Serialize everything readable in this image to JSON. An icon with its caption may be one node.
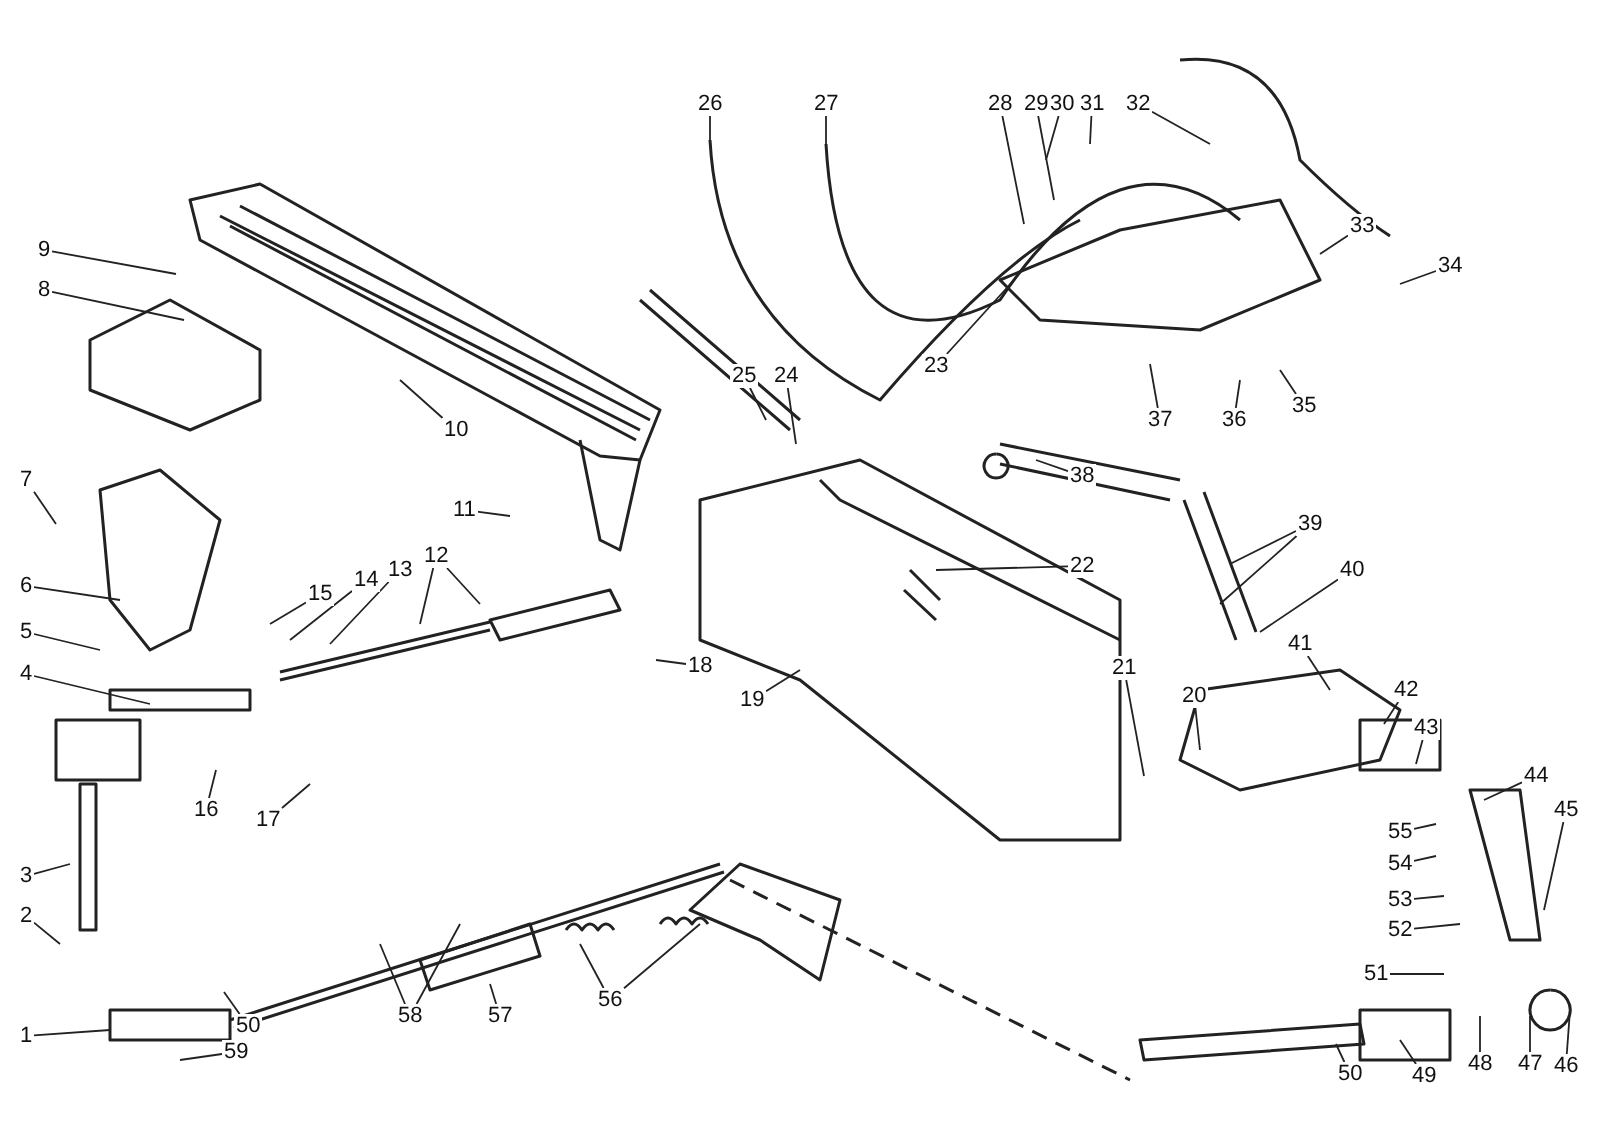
{
  "diagram": {
    "nodes": [
      {
        "text": [
          "26"
        ]
      },
      {
        "text": [
          "27"
        ]
      },
      {
        "text": [
          "28"
        ]
      },
      {
        "text": [
          "29"
        ]
      },
      {
        "text": [
          "30"
        ]
      },
      {
        "text": [
          "31"
        ]
      },
      {
        "text": [
          "32"
        ]
      },
      {
        "text": [
          "33"
        ]
      },
      {
        "text": [
          "9"
        ]
      },
      {
        "text": [
          "34"
        ]
      },
      {
        "text": [
          "8"
        ]
      },
      {
        "text": [
          "25"
        ]
      },
      {
        "text": [
          "24"
        ]
      },
      {
        "text": [
          "23"
        ]
      },
      {
        "text": [
          "37"
        ]
      },
      {
        "text": [
          "36"
        ]
      },
      {
        "text": [
          "35"
        ]
      },
      {
        "text": [
          "10"
        ]
      },
      {
        "text": [
          "7"
        ]
      },
      {
        "text": [
          "38"
        ]
      },
      {
        "text": [
          "11"
        ]
      },
      {
        "text": [
          "39"
        ]
      },
      {
        "text": [
          "12"
        ]
      },
      {
        "text": [
          "13"
        ]
      },
      {
        "text": [
          "22"
        ]
      },
      {
        "text": [
          "14"
        ]
      },
      {
        "text": [
          "6"
        ]
      },
      {
        "text": [
          "15"
        ]
      },
      {
        "text": [
          "40"
        ]
      },
      {
        "text": [
          "5"
        ]
      },
      {
        "text": [
          "41"
        ]
      },
      {
        "text": [
          "18"
        ]
      },
      {
        "text": [
          "21"
        ]
      },
      {
        "text": [
          "4"
        ]
      },
      {
        "text": [
          "20"
        ]
      },
      {
        "text": [
          "19"
        ]
      },
      {
        "text": [
          "42"
        ]
      },
      {
        "text": [
          "43"
        ]
      },
      {
        "text": [
          "44"
        ]
      },
      {
        "text": [
          "16"
        ]
      },
      {
        "text": [
          "45"
        ]
      },
      {
        "text": [
          "17"
        ]
      },
      {
        "text": [
          "55"
        ]
      },
      {
        "text": [
          "54"
        ]
      },
      {
        "text": [
          "53"
        ]
      },
      {
        "text": [
          "52"
        ]
      },
      {
        "text": [
          "3"
        ]
      },
      {
        "text": [
          "2"
        ]
      },
      {
        "text": [
          "51"
        ]
      },
      {
        "text": [
          "58"
        ]
      },
      {
        "text": [
          "57"
        ]
      },
      {
        "text": [
          "56"
        ]
      },
      {
        "text": [
          "50"
        ]
      },
      {
        "text": [
          "1"
        ]
      },
      {
        "text": [
          "59"
        ]
      },
      {
        "text": [
          "46"
        ]
      },
      {
        "text": [
          "47"
        ]
      },
      {
        "text": [
          "48"
        ]
      },
      {
        "text": [
          "49"
        ]
      },
      {
        "text": [
          "50"
        ]
      }
    ],
    "edges": [
      {
        "from": 0,
        "to": null,
        "arrow": "none"
      },
      {
        "from": 1,
        "to": null,
        "arrow": "none"
      },
      {
        "from": 2,
        "to": null,
        "arrow": "none"
      },
      {
        "from": 3,
        "to": null,
        "arrow": "none"
      },
      {
        "from": 4,
        "to": null,
        "arrow": "none"
      },
      {
        "from": 5,
        "to": null,
        "arrow": "none"
      },
      {
        "from": 6,
        "to": null,
        "arrow": "none"
      },
      {
        "from": 7,
        "to": null,
        "arrow": "none"
      },
      {
        "from": 8,
        "to": null,
        "arrow": "none"
      },
      {
        "from": 9,
        "to": null,
        "arrow": "none"
      },
      {
        "from": 10,
        "to": null,
        "arrow": "none"
      },
      {
        "from": 11,
        "to": null,
        "arrow": "none"
      },
      {
        "from": 12,
        "to": null,
        "arrow": "none"
      },
      {
        "from": 13,
        "to": null,
        "arrow": "none"
      },
      {
        "from": 14,
        "to": null,
        "arrow": "none"
      },
      {
        "from": 15,
        "to": null,
        "arrow": "none"
      },
      {
        "from": 16,
        "to": null,
        "arrow": "none"
      },
      {
        "from": 17,
        "to": null,
        "arrow": "none"
      },
      {
        "from": 18,
        "to": null,
        "arrow": "none"
      },
      {
        "from": 19,
        "to": null,
        "arrow": "none"
      },
      {
        "from": 20,
        "to": null,
        "arrow": "none"
      },
      {
        "from": 21,
        "to": null,
        "arrow": "none"
      },
      {
        "from": 21,
        "to": null,
        "arrow": "none"
      },
      {
        "from": 22,
        "to": null,
        "arrow": "none"
      },
      {
        "from": 22,
        "to": null,
        "arrow": "none"
      },
      {
        "from": 23,
        "to": null,
        "arrow": "none"
      },
      {
        "from": 24,
        "to": null,
        "arrow": "none"
      },
      {
        "from": 25,
        "to": null,
        "arrow": "none"
      },
      {
        "from": 26,
        "to": null,
        "arrow": "none"
      },
      {
        "from": 27,
        "to": null,
        "arrow": "none"
      },
      {
        "from": 28,
        "to": null,
        "arrow": "none"
      },
      {
        "from": 29,
        "to": null,
        "arrow": "none"
      },
      {
        "from": 30,
        "to": null,
        "arrow": "none"
      },
      {
        "from": 31,
        "to": null,
        "arrow": "none"
      },
      {
        "from": 32,
        "to": null,
        "arrow": "none"
      },
      {
        "from": 33,
        "to": null,
        "arrow": "none"
      },
      {
        "from": 34,
        "to": null,
        "arrow": "none"
      },
      {
        "from": 35,
        "to": null,
        "arrow": "none"
      },
      {
        "from": 36,
        "to": null,
        "arrow": "none"
      },
      {
        "from": 37,
        "to": null,
        "arrow": "none"
      },
      {
        "from": 38,
        "to": null,
        "arrow": "none"
      },
      {
        "from": 39,
        "to": null,
        "arrow": "none"
      },
      {
        "from": 40,
        "to": null,
        "arrow": "none"
      },
      {
        "from": 41,
        "to": null,
        "arrow": "none"
      },
      {
        "from": 42,
        "to": null,
        "arrow": "none"
      },
      {
        "from": 43,
        "to": null,
        "arrow": "none"
      },
      {
        "from": 44,
        "to": null,
        "arrow": "none"
      },
      {
        "from": 45,
        "to": null,
        "arrow": "none"
      },
      {
        "from": 46,
        "to": null,
        "arrow": "none"
      },
      {
        "from": 47,
        "to": null,
        "arrow": "none"
      },
      {
        "from": 48,
        "to": null,
        "arrow": "none"
      },
      {
        "from": 49,
        "to": null,
        "arrow": "none"
      },
      {
        "from": 49,
        "to": null,
        "arrow": "none"
      },
      {
        "from": 50,
        "to": null,
        "arrow": "none"
      },
      {
        "from": 51,
        "to": null,
        "arrow": "none"
      },
      {
        "from": 51,
        "to": null,
        "arrow": "none"
      },
      {
        "from": 52,
        "to": null,
        "arrow": "none"
      },
      {
        "from": 53,
        "to": null,
        "arrow": "none"
      },
      {
        "from": 54,
        "to": null,
        "arrow": "none"
      },
      {
        "from": 55,
        "to": null,
        "arrow": "none"
      },
      {
        "from": 56,
        "to": null,
        "arrow": "none"
      },
      {
        "from": 57,
        "to": null,
        "arrow": "none"
      },
      {
        "from": 58,
        "to": null,
        "arrow": "none"
      },
      {
        "from": 59,
        "to": null,
        "arrow": "none"
      }
    ]
  }
}
